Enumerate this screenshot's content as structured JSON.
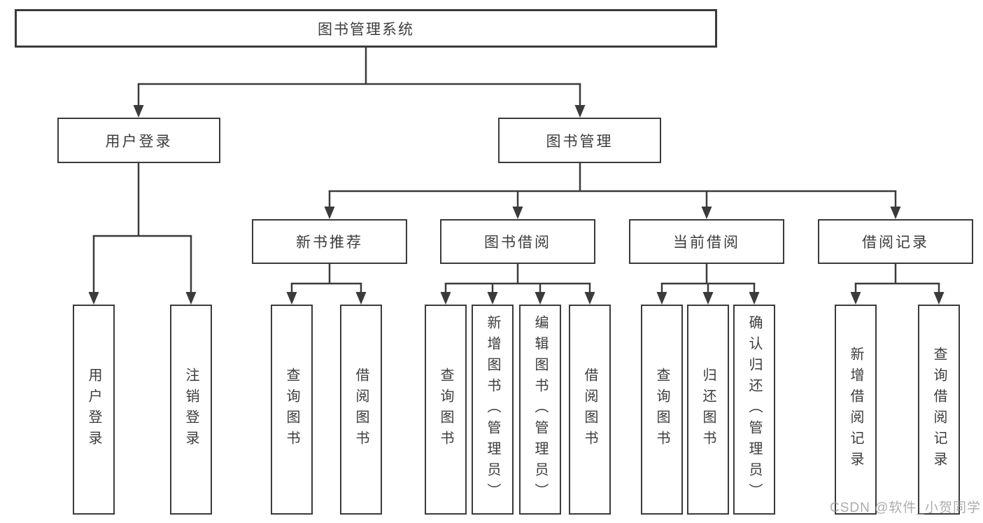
{
  "diagram": {
    "title_node": {
      "label": "图书管理系统"
    },
    "level2": [
      {
        "label": "用户登录"
      },
      {
        "label": "图书管理"
      }
    ],
    "level3": [
      {
        "label": "新书推荐",
        "parent": "图书管理"
      },
      {
        "label": "图书借阅",
        "parent": "图书管理"
      },
      {
        "label": "当前借阅",
        "parent": "图书管理"
      },
      {
        "label": "借阅记录",
        "parent": "图书管理"
      }
    ],
    "leaves": [
      {
        "label": "用户登录",
        "parent": "用户登录"
      },
      {
        "label": "注销登录",
        "parent": "用户登录"
      },
      {
        "label": "查询图书",
        "parent": "新书推荐"
      },
      {
        "label": "借阅图书",
        "parent": "新书推荐"
      },
      {
        "label": "查询图书",
        "parent": "图书借阅"
      },
      {
        "label": "新增图书（管理员）",
        "parent": "图书借阅"
      },
      {
        "label": "编辑图书（管理员）",
        "parent": "图书借阅"
      },
      {
        "label": "借阅图书",
        "parent": "图书借阅"
      },
      {
        "label": "查询图书",
        "parent": "当前借阅"
      },
      {
        "label": "归还图书",
        "parent": "当前借阅"
      },
      {
        "label": "确认归还（管理员）",
        "parent": "当前借阅"
      },
      {
        "label": "新增借阅记录",
        "parent": "借阅记录"
      },
      {
        "label": "查询借阅记录",
        "parent": "借阅记录"
      }
    ],
    "colors": {
      "line": "#3b3b3b",
      "text": "#3c3c3c",
      "background": "#ffffff",
      "watermark_text": "#9e9e9e"
    }
  },
  "watermark": {
    "text": "CSDN @软件_小贺同学"
  }
}
